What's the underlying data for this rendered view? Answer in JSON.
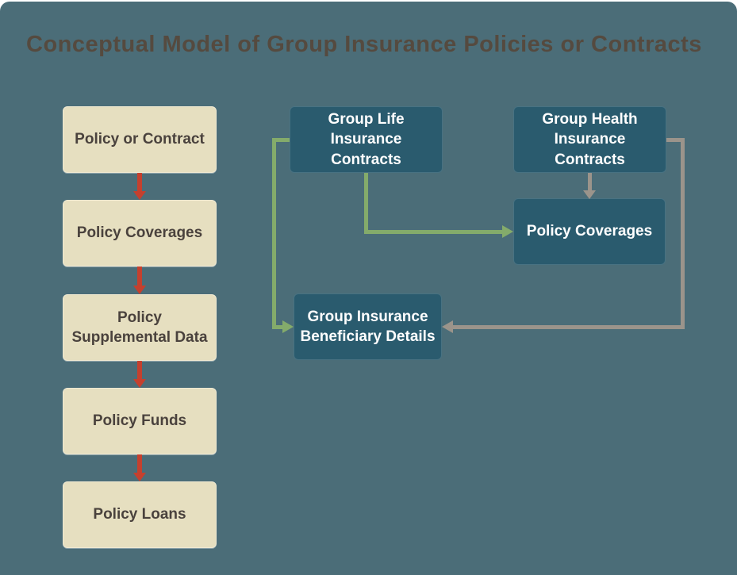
{
  "title": "Conceptual Model of Group Insurance Policies or Contracts",
  "colors": {
    "page_background": "#ffffff",
    "canvas_background": "#4b6d78",
    "title_text": "#554a3f",
    "beige_box_fill": "#e6dfc0",
    "beige_box_text": "#4a423d",
    "teal_box_fill": "#2a5b6e",
    "teal_box_text": "#ffffff",
    "red_arrow": "#c5402e",
    "green_connector": "#84ab6b",
    "gray_connector": "#9b948b"
  },
  "left_flow": {
    "boxes": [
      "Policy or Contract",
      "Policy Coverages",
      "Policy\nSupplemental Data",
      "Policy Funds",
      "Policy Loans"
    ]
  },
  "right_flow": {
    "boxes": [
      "Group Life Insurance\nContracts",
      "Group Health\nInsurance Contracts",
      "Policy Coverages",
      "Group Insurance\nBeneficiary Details"
    ]
  },
  "connections": [
    {
      "from": "Group Life Insurance Contracts",
      "to": "Policy Coverages",
      "color": "#84ab6b"
    },
    {
      "from": "Group Life Insurance Contracts",
      "to": "Group Insurance Beneficiary Details",
      "color": "#84ab6b"
    },
    {
      "from": "Group Health Insurance Contracts",
      "to": "Policy Coverages",
      "color": "#9b948b"
    },
    {
      "from": "Group Health Insurance Contracts",
      "to": "Group Insurance Beneficiary Details",
      "color": "#9b948b"
    }
  ]
}
